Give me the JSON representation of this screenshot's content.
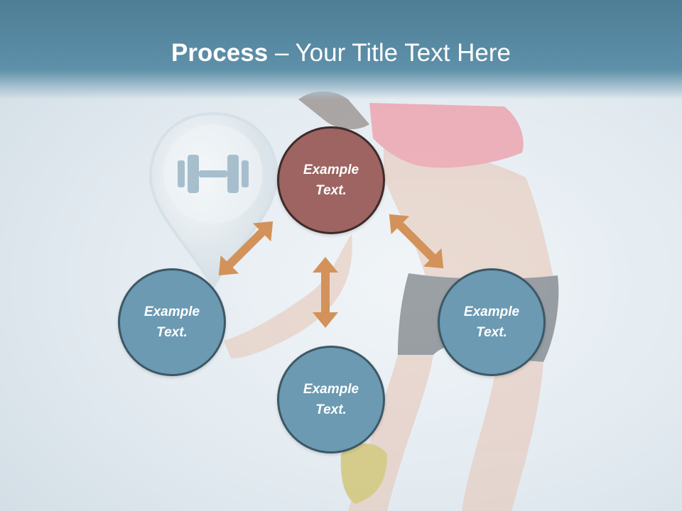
{
  "title": {
    "bold": "Process",
    "rest": " – Your Title Text Here"
  },
  "nodes": {
    "top": "Example Text.",
    "left": "Example Text.",
    "right": "Example Text.",
    "bottom": "Example Text."
  },
  "icons": {
    "pin": "location-pin-icon",
    "dumbbell": "dumbbell-icon",
    "arrows": "double-arrow-icon"
  },
  "colors": {
    "header": "#5e90a9",
    "node_accent": "#9d6461",
    "node": "#6b9ab2",
    "arrow": "#d2925a"
  }
}
